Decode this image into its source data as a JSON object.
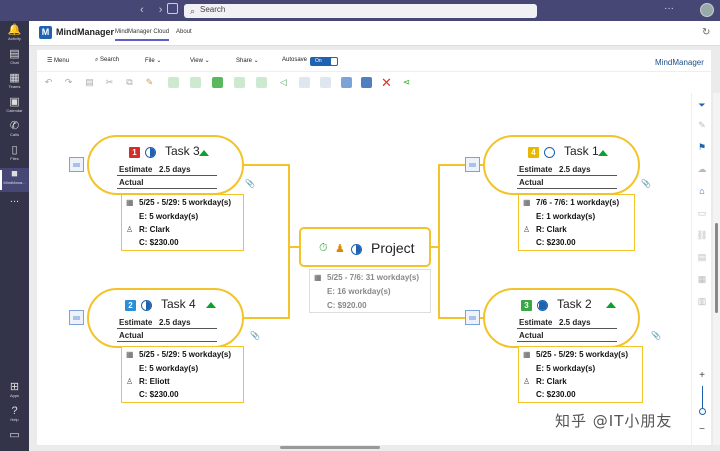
{
  "search": {
    "placeholder": "Search"
  },
  "rail": {
    "items": [
      "Activity",
      "Chat",
      "Teams",
      "Calendar",
      "Calls",
      "Files",
      "MindMana...",
      "Apps",
      "Help"
    ],
    "more": "..."
  },
  "app": {
    "name": "MindManager",
    "tabs": [
      "MindManager Cloud",
      "About"
    ],
    "brand": "MindManager"
  },
  "menu": {
    "menu": "Menu",
    "search": "Search",
    "file": "File",
    "view": "View",
    "share": "Share",
    "autosave": "Autosave",
    "autosave_state": "On"
  },
  "center": {
    "title": "Project",
    "dates": "5/25 - 7/6: 31 workday(s)",
    "effort": "E: 16 workday(s)",
    "cost": "C: $920.00"
  },
  "tasks": [
    {
      "title": "Task 3",
      "priority": "1",
      "progress": 0.5,
      "estimate_label": "Estimate",
      "estimate": "2.5 days",
      "actual_label": "Actual",
      "dates": "5/25 - 5/29: 5 workday(s)",
      "effort": "E: 5 workday(s)",
      "resource": "R: Clark",
      "cost": "C: $230.00"
    },
    {
      "title": "Task 4",
      "priority": "2",
      "progress": 0.5,
      "estimate_label": "Estimate",
      "estimate": "2.5 days",
      "actual_label": "Actual",
      "dates": "5/25 - 5/29: 5 workday(s)",
      "effort": "E: 5 workday(s)",
      "resource": "R: Eliott",
      "cost": "C: $230.00"
    },
    {
      "title": "Task 1",
      "priority": "4",
      "progress": 0,
      "estimate_label": "Estimate",
      "estimate": "2.5 days",
      "actual_label": "Actual",
      "dates": "7/6 - 7/6: 1 workday(s)",
      "effort": "E: 1 workday(s)",
      "resource": "R: Clark",
      "cost": "C: $230.00"
    },
    {
      "title": "Task 2",
      "priority": "3",
      "progress": 0.75,
      "estimate_label": "Estimate",
      "estimate": "2.5 days",
      "actual_label": "Actual",
      "dates": "5/25 - 5/29: 5 workday(s)",
      "effort": "E: 5 workday(s)",
      "resource": "R: Clark",
      "cost": "C: $230.00"
    }
  ],
  "colors": {
    "priority1": "#d62b2b",
    "priority2": "#2b8fd6",
    "priority3": "#3aa845",
    "priority4": "#e6b800",
    "border": "#f2c32a",
    "accent": "#1e62b0"
  },
  "watermark": "知乎 @IT小朋友"
}
